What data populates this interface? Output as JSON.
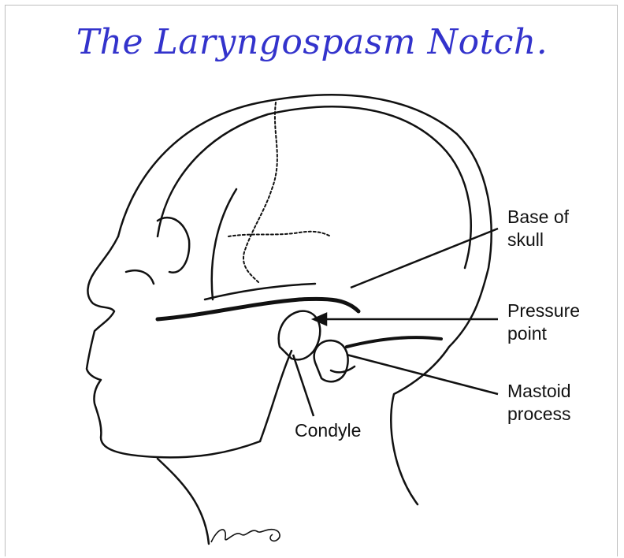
{
  "title": "The Laryngospasm Notch.",
  "labels": {
    "base_of_skull_1": "Base of",
    "base_of_skull_2": "skull",
    "pressure_point_1": "Pressure",
    "pressure_point_2": "point",
    "mastoid_1": "Mastoid",
    "mastoid_2": "process",
    "condyle": "Condyle"
  },
  "signature": "Carllis",
  "colors": {
    "title": "#3333cc",
    "ink": "#111111",
    "frame": "#bdbdbd"
  }
}
